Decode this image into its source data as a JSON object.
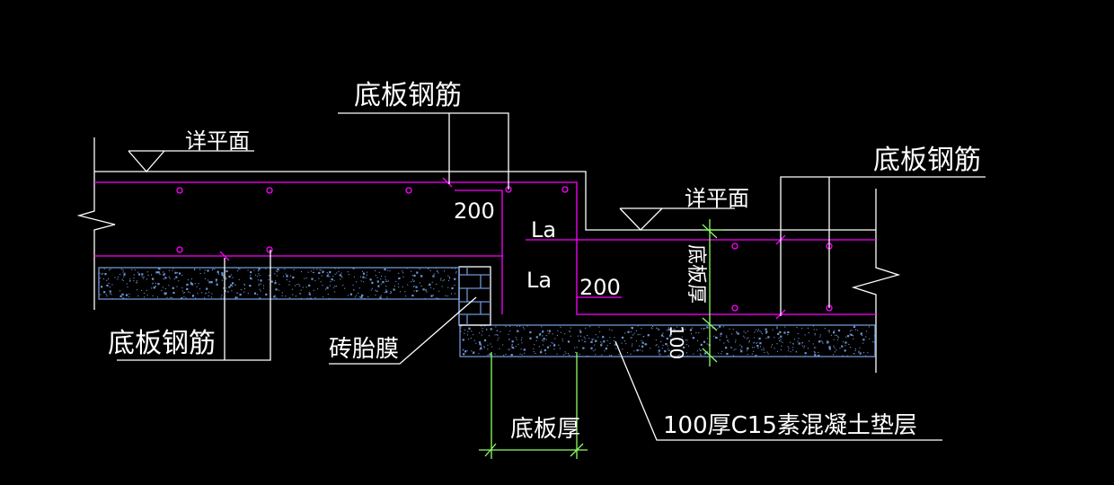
{
  "drawing": {
    "title": "底板高差节点详图",
    "background_color": "#000000",
    "colors": {
      "outline": "#ffffff",
      "rebar": "#ff00ff",
      "dimension": "#8cff64",
      "cushion_hatch": "#6e95d2"
    },
    "labels": {
      "rebar_top": "底板钢筋",
      "rebar_right": "底板钢筋",
      "rebar_left": "底板钢筋",
      "elev_left": "详平面",
      "elev_right": "详平面",
      "dim_200_top": "200",
      "dim_200_bottom": "200",
      "la_top": "La",
      "la_bottom": "La",
      "slab_thickness_vertical": "底板厚",
      "cushion_thickness_vertical": "100",
      "brick_membrane": "砖胎膜",
      "slab_thickness_bottom": "底板厚",
      "cushion_note": "100厚C15素混凝土垫层"
    }
  }
}
